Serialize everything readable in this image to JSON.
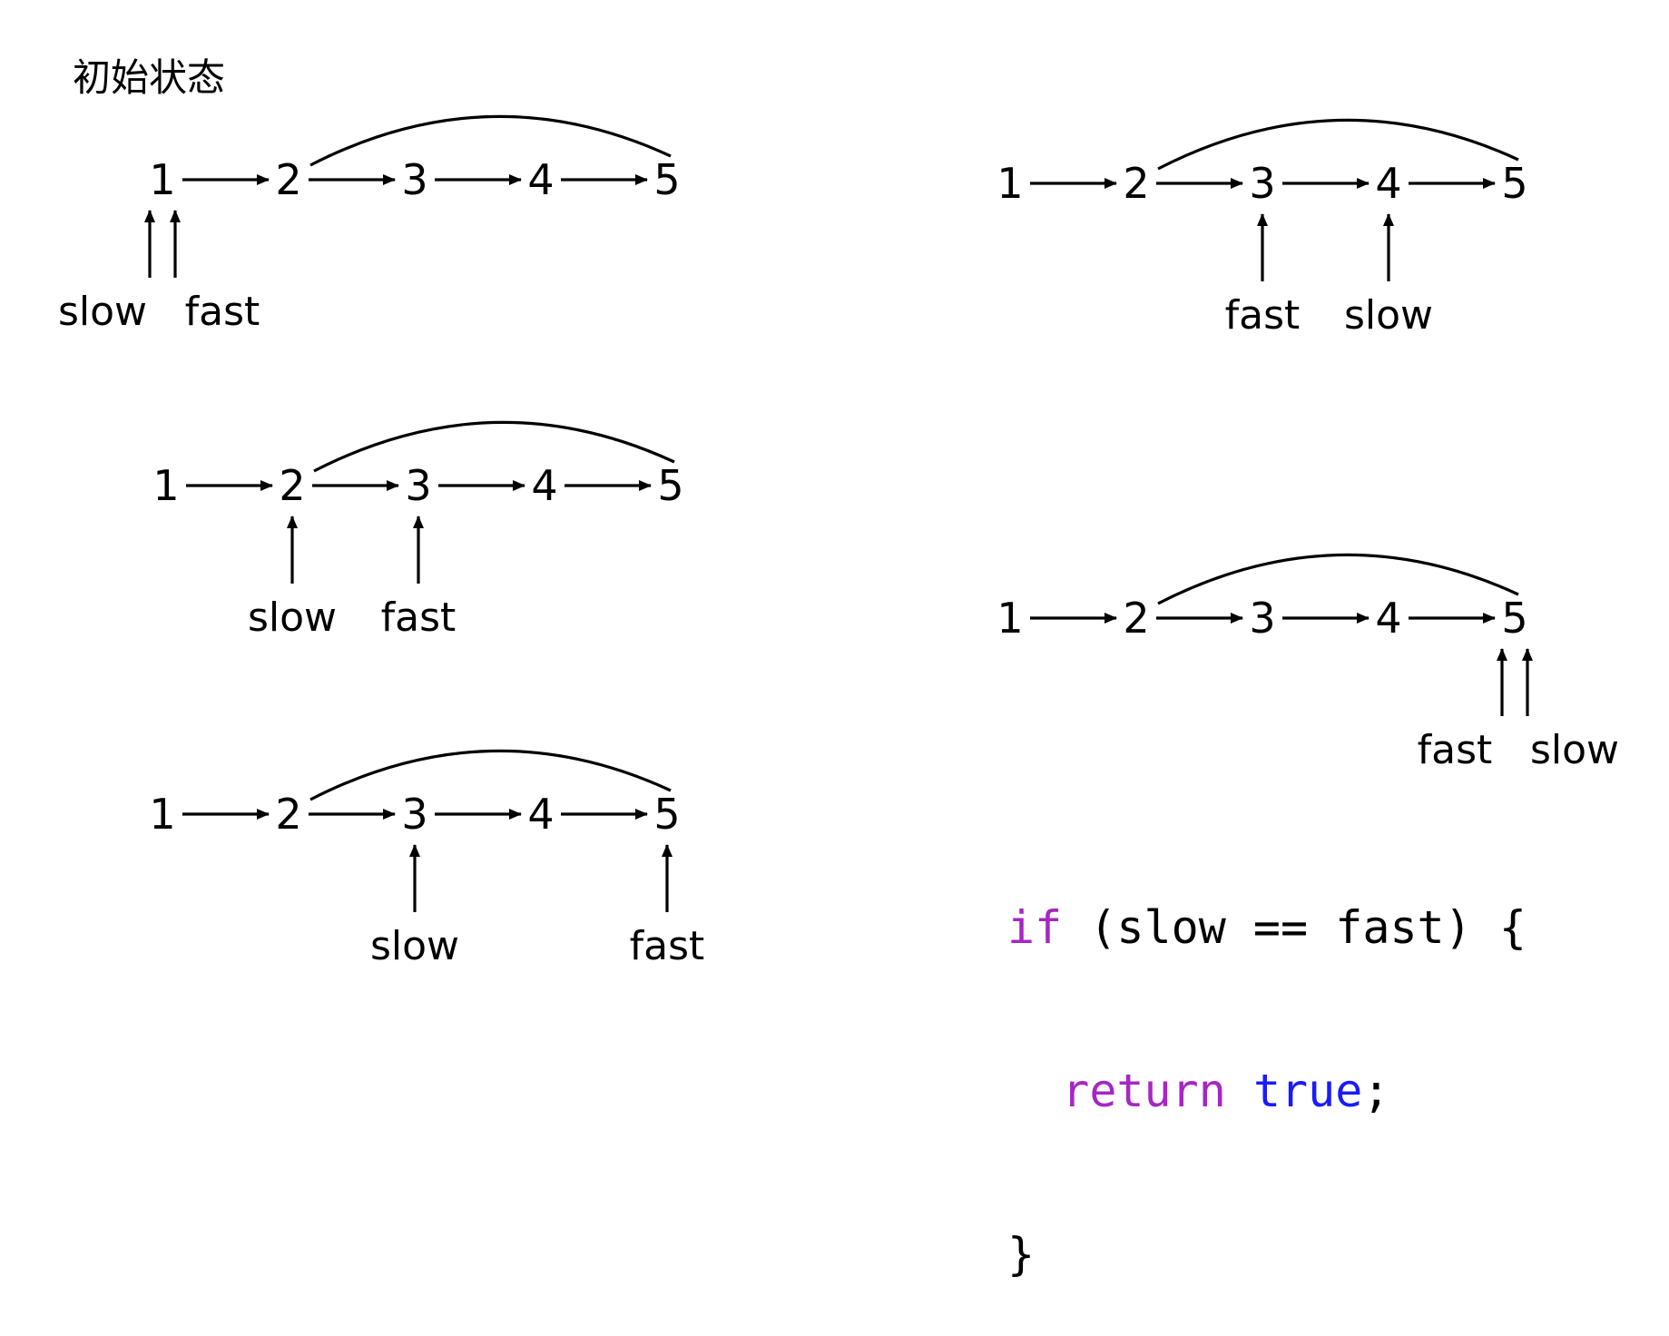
{
  "title": "初始状态",
  "nodes": [
    "1",
    "2",
    "3",
    "4",
    "5"
  ],
  "colors": {
    "ink": "#000000",
    "keyword": "#a626c4",
    "literal": "#1a1aff"
  },
  "states": [
    {
      "name": "state-initial",
      "slow_node": 1,
      "fast_node": 1,
      "slow_label": "slow",
      "fast_label": "fast"
    },
    {
      "name": "state-step-1",
      "slow_node": 2,
      "fast_node": 3,
      "slow_label": "slow",
      "fast_label": "fast"
    },
    {
      "name": "state-step-2",
      "slow_node": 3,
      "fast_node": 5,
      "slow_label": "slow",
      "fast_label": "fast"
    },
    {
      "name": "state-step-3",
      "slow_node": 4,
      "fast_node": 3,
      "slow_label": "slow",
      "fast_label": "fast"
    },
    {
      "name": "state-meet",
      "slow_node": 5,
      "fast_node": 5,
      "slow_label": "slow",
      "fast_label": "fast"
    }
  ],
  "code": {
    "line1_keyword": "if",
    "line1_rest": " (slow == fast) {",
    "line2_indent": "  ",
    "line2_keyword": "return",
    "line2_space": " ",
    "line2_literal": "true",
    "line2_end": ";",
    "line3": "}"
  }
}
